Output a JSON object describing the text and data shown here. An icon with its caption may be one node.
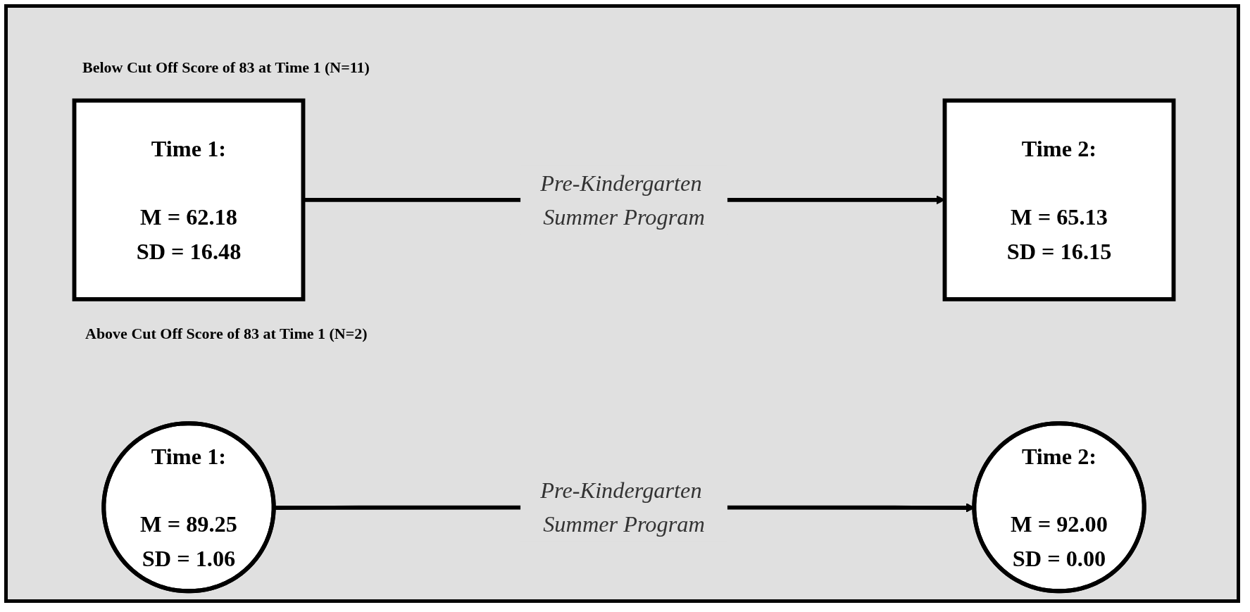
{
  "diagram": {
    "nodes": [
      {
        "text": [
          "Time 1:",
          "M = 62.18",
          "SD = 16.48"
        ]
      },
      {
        "text": [
          "Time 2:",
          "M = 65.13",
          "SD = 16.15"
        ]
      },
      {
        "text": [
          "Time 1:",
          "M = 89.25",
          "SD = 1.06"
        ]
      },
      {
        "text": [
          "Time 2:",
          "M = 92.00",
          "SD = 0.00"
        ]
      }
    ],
    "edges": [
      {
        "from": 0,
        "to": 1,
        "arrow": "to",
        "label": "Pre-Kindergarten Summer Program"
      },
      {
        "from": 2,
        "to": 3,
        "arrow": "to",
        "label": "Pre-Kindergarten Summer Program"
      }
    ],
    "labels": [
      "Below Cut Off Score of 83 at Time 1 (N=11)",
      "Above Cut Off Score of 83 at Time 1 (N=2)"
    ]
  }
}
